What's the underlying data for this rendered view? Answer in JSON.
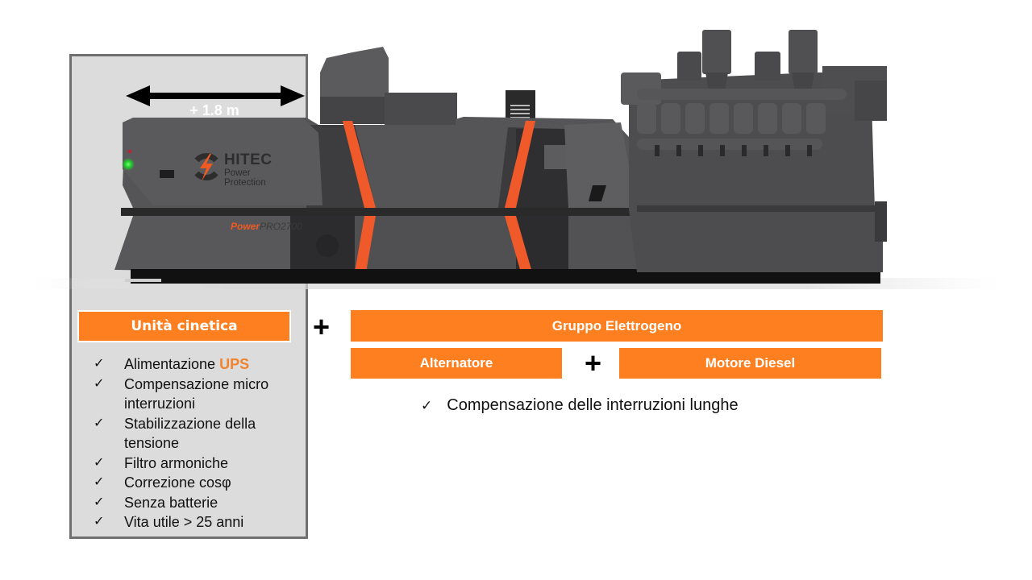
{
  "dimension": {
    "label": "+ 1.8 m"
  },
  "machine": {
    "brand": {
      "name": "HITEC",
      "tagline_line1": "Power",
      "tagline_line2": "Protection"
    },
    "model": {
      "prefix": "Power",
      "name": "PRO2700"
    }
  },
  "kinetic_unit": {
    "title": "Unità cinetica",
    "features": [
      {
        "text": "Alimentazione ",
        "highlight": "UPS"
      },
      {
        "text": "Compensazione micro interruzioni"
      },
      {
        "text": "Stabilizzazione della tensione"
      },
      {
        "text": "Filtro armoniche"
      },
      {
        "text": "Correzione cosφ"
      },
      {
        "text": "Senza batterie"
      },
      {
        "text": "Vita utile > 25 anni"
      }
    ],
    "check_icon": "✓"
  },
  "plus_symbol": "+",
  "genset": {
    "title": "Gruppo Elettrogeno",
    "components": [
      "Alternatore",
      "Motore Diesel"
    ],
    "feature": "Compensazione delle interruzioni lunghe"
  },
  "colors": {
    "accent_orange": "#fd7f20",
    "panel_gray": "#dcdcdc",
    "machine_gray": "#545456",
    "stripe_orange": "#f05a2a"
  }
}
